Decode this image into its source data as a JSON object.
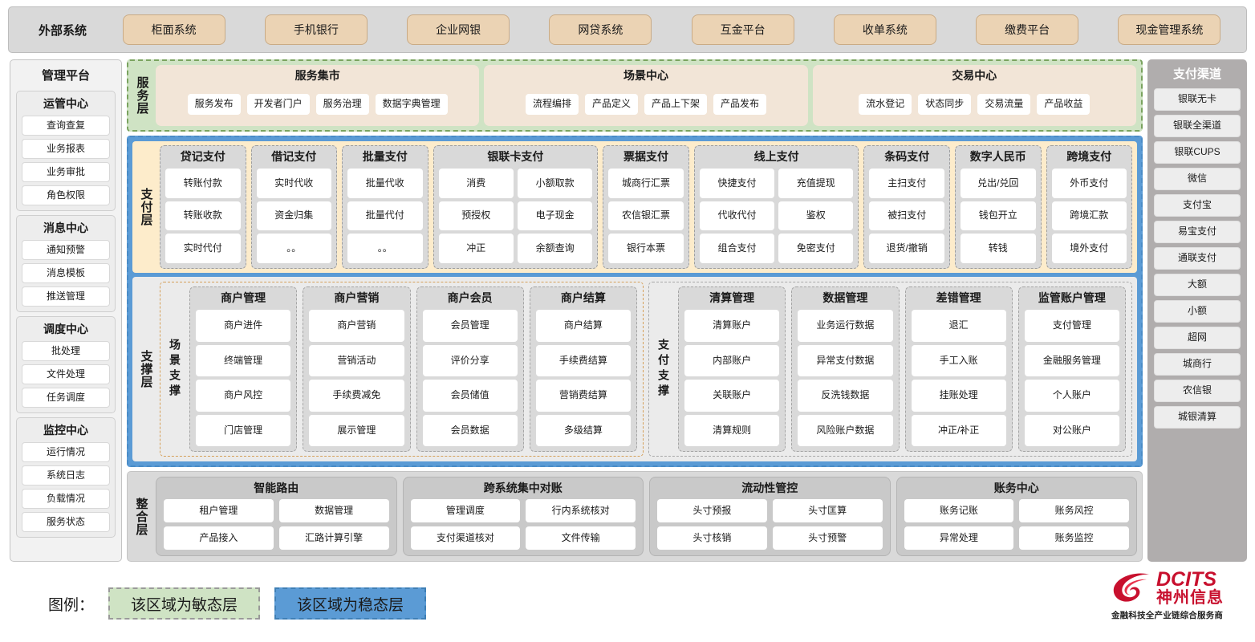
{
  "external_bar": {
    "title": "外部系统",
    "items": [
      "柜面系统",
      "手机银行",
      "企业网银",
      "网贷系统",
      "互金平台",
      "收单系统",
      "缴费平台",
      "现金管理系统"
    ]
  },
  "management_platform": {
    "title": "管理平台",
    "groups": [
      {
        "title": "运管中心",
        "items": [
          "查询查复",
          "业务报表",
          "业务审批",
          "角色权限"
        ]
      },
      {
        "title": "消息中心",
        "items": [
          "通知预警",
          "消息模板",
          "推送管理"
        ]
      },
      {
        "title": "调度中心",
        "items": [
          "批处理",
          "文件处理",
          "任务调度"
        ]
      },
      {
        "title": "监控中心",
        "items": [
          "运行情况",
          "系统日志",
          "负载情况",
          "服务状态"
        ]
      }
    ]
  },
  "payment_channels": {
    "title": "支付渠道",
    "items": [
      "银联无卡",
      "银联全渠道",
      "银联CUPS",
      "微信",
      "支付宝",
      "易宝支付",
      "通联支付",
      "大额",
      "小额",
      "超网",
      "城商行",
      "农信银",
      "城银清算"
    ]
  },
  "service_layer": {
    "label": "服务层",
    "boxes": [
      {
        "title": "服务集市",
        "items": [
          "服务发布",
          "开发者门户",
          "服务治理",
          "数据字典管理"
        ]
      },
      {
        "title": "场景中心",
        "items": [
          "流程编排",
          "产品定义",
          "产品上下架",
          "产品发布"
        ]
      },
      {
        "title": "交易中心",
        "items": [
          "流水登记",
          "状态同步",
          "交易流量",
          "产品收益"
        ]
      }
    ]
  },
  "payment_layer": {
    "label": "支付层",
    "categories": [
      {
        "title": "贷记支付",
        "cols": 1,
        "rows": [
          [
            "转账付款"
          ],
          [
            "转账收款"
          ],
          [
            "实时代付"
          ]
        ]
      },
      {
        "title": "借记支付",
        "cols": 1,
        "rows": [
          [
            "实时代收"
          ],
          [
            "资金归集"
          ],
          [
            "。。"
          ]
        ]
      },
      {
        "title": "批量支付",
        "cols": 1,
        "rows": [
          [
            "批量代收"
          ],
          [
            "批量代付"
          ],
          [
            "。。"
          ]
        ]
      },
      {
        "title": "银联卡支付",
        "cols": 2,
        "rows": [
          [
            "消费",
            "小额取款"
          ],
          [
            "预授权",
            "电子现金"
          ],
          [
            "冲正",
            "余额查询"
          ]
        ]
      },
      {
        "title": "票据支付",
        "cols": 1,
        "rows": [
          [
            "城商行汇票"
          ],
          [
            "农信银汇票"
          ],
          [
            "银行本票"
          ]
        ]
      },
      {
        "title": "线上支付",
        "cols": 2,
        "rows": [
          [
            "快捷支付",
            "充值提现"
          ],
          [
            "代收代付",
            "鉴权"
          ],
          [
            "组合支付",
            "免密支付"
          ]
        ]
      },
      {
        "title": "条码支付",
        "cols": 1,
        "rows": [
          [
            "主扫支付"
          ],
          [
            "被扫支付"
          ],
          [
            "退货/撤销"
          ]
        ]
      },
      {
        "title": "数字人民币",
        "cols": 1,
        "rows": [
          [
            "兑出/兑回"
          ],
          [
            "钱包开立"
          ],
          [
            "转钱"
          ]
        ]
      },
      {
        "title": "跨境支付",
        "cols": 1,
        "rows": [
          [
            "外币支付"
          ],
          [
            "跨境汇款"
          ],
          [
            "境外支付"
          ]
        ]
      }
    ]
  },
  "support_layer": {
    "label": "支撑层",
    "scene": {
      "label": "场景支撑",
      "categories": [
        {
          "title": "商户管理",
          "items": [
            "商户进件",
            "终端管理",
            "商户风控",
            "门店管理"
          ]
        },
        {
          "title": "商户营销",
          "items": [
            "商户营销",
            "营销活动",
            "手续费减免",
            "展示管理"
          ]
        },
        {
          "title": "商户会员",
          "items": [
            "会员管理",
            "评价分享",
            "会员储值",
            "会员数据"
          ]
        },
        {
          "title": "商户结算",
          "items": [
            "商户结算",
            "手续费结算",
            "营销费结算",
            "多级结算"
          ]
        }
      ]
    },
    "paysup": {
      "label": "支付支撑",
      "categories": [
        {
          "title": "清算管理",
          "items": [
            "清算账户",
            "内部账户",
            "关联账户",
            "清算规则"
          ]
        },
        {
          "title": "数据管理",
          "items": [
            "业务运行数据",
            "异常支付数据",
            "反洗钱数据",
            "风险账户数据"
          ]
        },
        {
          "title": "差错管理",
          "items": [
            "退汇",
            "手工入账",
            "挂账处理",
            "冲正/补正"
          ]
        },
        {
          "title": "监管账户管理",
          "items": [
            "支付管理",
            "金融服务管理",
            "个人账户",
            "对公账户"
          ]
        }
      ]
    }
  },
  "integration_layer": {
    "label": "整合层",
    "boxes": [
      {
        "title": "智能路由",
        "rows": [
          [
            "租户管理",
            "数据管理"
          ],
          [
            "产品接入",
            "汇路计算引擎"
          ]
        ]
      },
      {
        "title": "跨系统集中对账",
        "rows": [
          [
            "管理调度",
            "行内系统核对"
          ],
          [
            "支付渠道核对",
            "文件传输"
          ]
        ]
      },
      {
        "title": "流动性管控",
        "rows": [
          [
            "头寸预报",
            "头寸匡算"
          ],
          [
            "头寸核销",
            "头寸预警"
          ]
        ]
      },
      {
        "title": "账务中心",
        "rows": [
          [
            "账务记账",
            "账务风控"
          ],
          [
            "异常处理",
            "账务监控"
          ]
        ]
      }
    ]
  },
  "legend": {
    "label": "图例：",
    "agile": "该区域为敏态层",
    "stable": "该区域为稳态层",
    "agile_color": "#cfe3c4",
    "stable_color": "#5b9bd5"
  },
  "logo": {
    "brand_en": "DCITS",
    "brand_cn": "神州信息",
    "tagline": "金融科技全产业链综合服务商",
    "brand_color": "#c8102e"
  }
}
